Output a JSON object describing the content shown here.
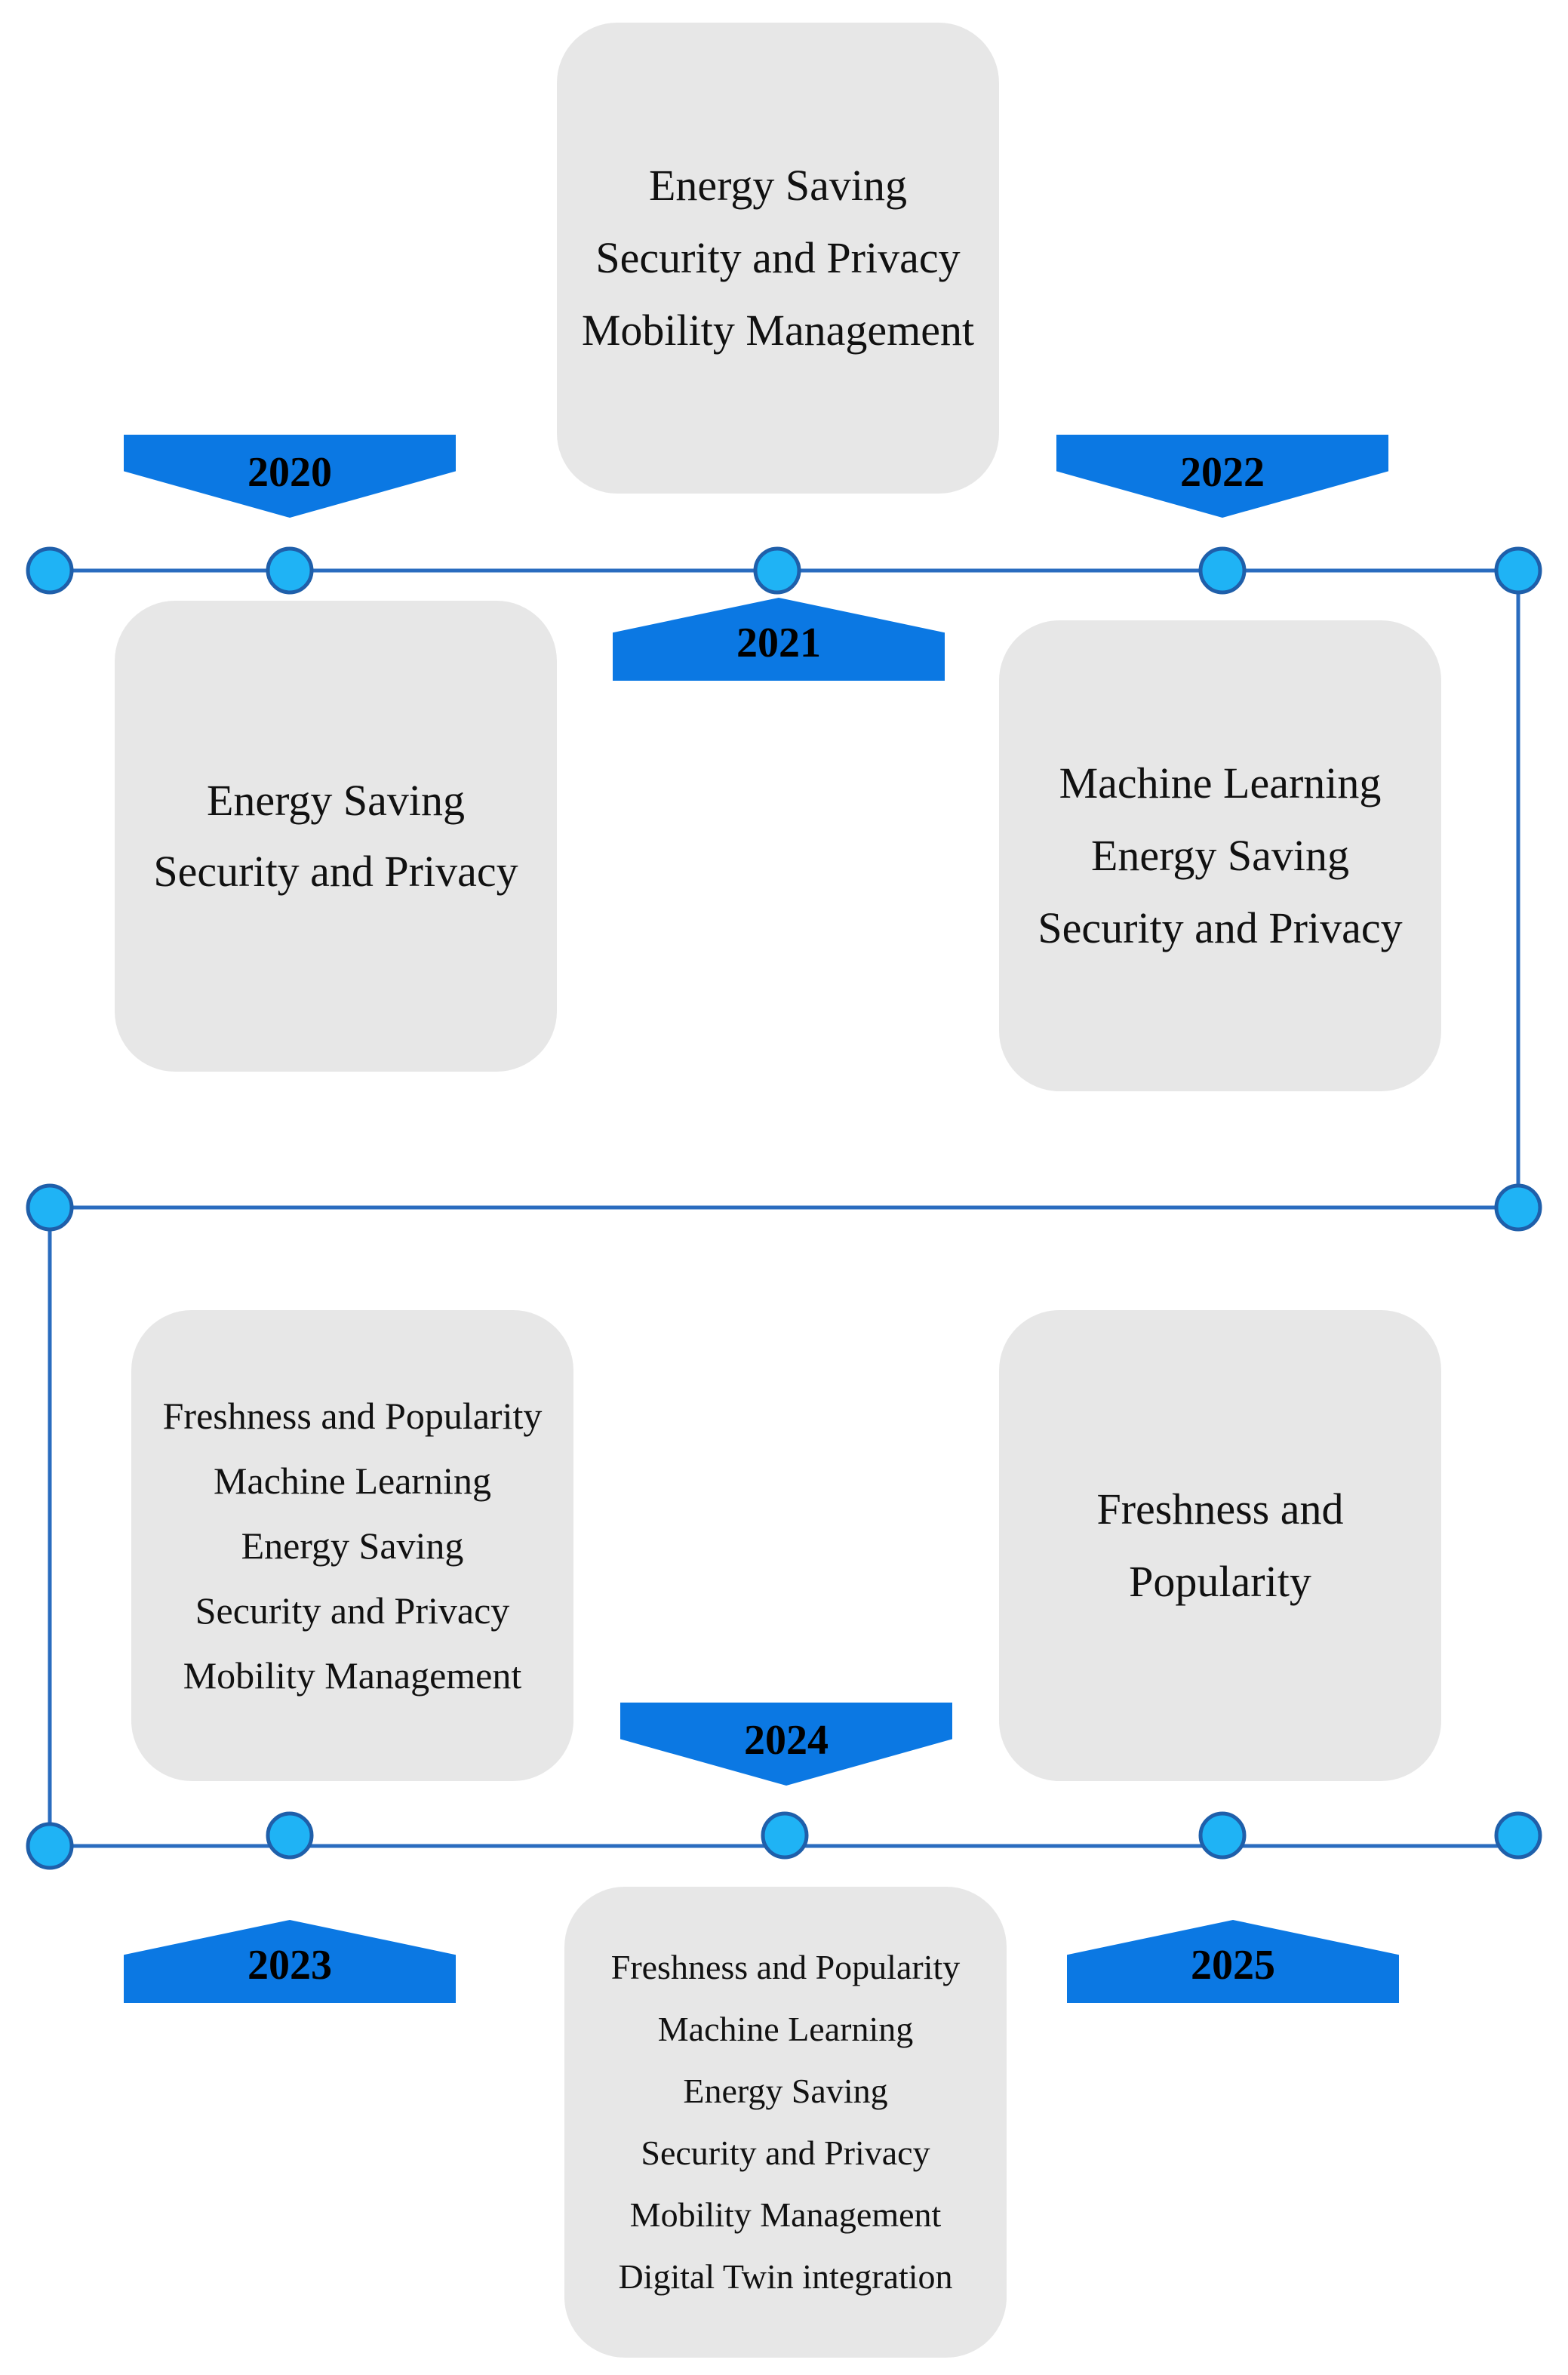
{
  "accent_color": "#0b78e3",
  "node_color": "#1fb3f5",
  "line_color": "#2a6cbf",
  "box_color": "#e7e7e7",
  "milestones": [
    {
      "year": "2020",
      "items": [
        "Energy Saving",
        "Security and Privacy"
      ]
    },
    {
      "year": "2021",
      "items": [
        "Energy Saving",
        "Security and Privacy",
        "Mobility Management"
      ]
    },
    {
      "year": "2022",
      "items": [
        "Machine Learning",
        "Energy Saving",
        "Security and Privacy"
      ]
    },
    {
      "year": "2023",
      "items": [
        "Freshness and Popularity",
        "Machine Learning",
        "Energy Saving",
        "Security and Privacy",
        "Mobility Management"
      ]
    },
    {
      "year": "2024",
      "items": [
        "Freshness and Popularity",
        "Machine Learning",
        "Energy Saving",
        "Security and Privacy",
        "Mobility Management",
        "Digital Twin integration"
      ]
    },
    {
      "year": "2025",
      "items": [
        "Freshness and",
        "Popularity"
      ]
    }
  ]
}
